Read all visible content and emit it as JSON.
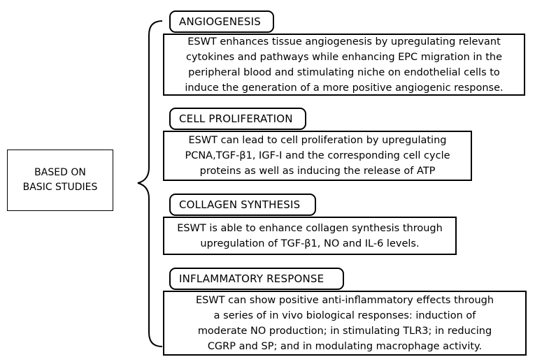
{
  "root": {
    "line1": "BASED ON",
    "line2": "BASIC STUDIES"
  },
  "categories": [
    {
      "title": "ANGIOGENESIS",
      "lines": [
        "ESWT enhances tissue angiogenesis by upregulating relevant",
        "cytokines and pathways while enhancing EPC migration in the",
        "peripheral blood and stimulating niche on endothelial cells to",
        "induce the generation of a more positive angiogenic response."
      ]
    },
    {
      "title": "CELL PROLIFERATION",
      "lines": [
        "ESWT can lead to cell proliferation by upregulating",
        "PCNA,TGF-β1, IGF-I and the corresponding cell cycle",
        "proteins as well as inducing the release of  ATP"
      ]
    },
    {
      "title": "COLLAGEN SYNTHESIS",
      "lines": [
        "ESWT is able to enhance collagen synthesis through",
        "upregulation of TGF-β1, NO and IL-6 levels."
      ]
    },
    {
      "title": "INFLAMMATORY RESPONSE",
      "lines": [
        "ESWT can show positive anti-inflammatory effects through",
        "a series of in vivo biological responses: induction of",
        "moderate NO production; in stimulating TLR3; in reducing",
        "CGRP and SP; and in modulating macrophage activity."
      ]
    }
  ]
}
